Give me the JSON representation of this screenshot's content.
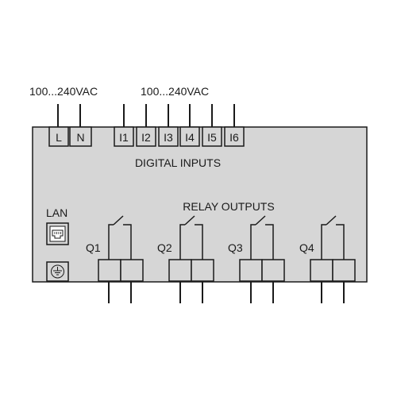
{
  "colors": {
    "module_fill": "#d6d6d6",
    "line": "#1a1a1a",
    "terminal_fill": "#d6d6d6",
    "background": "#ffffff"
  },
  "power": {
    "voltage_label": "100...240VAC",
    "terminals": [
      "L",
      "N"
    ]
  },
  "digital_inputs": {
    "voltage_label": "100...240VAC",
    "section_label": "DIGITAL INPUTS",
    "terminals": [
      "I1",
      "I2",
      "I3",
      "I4",
      "I5",
      "I6"
    ]
  },
  "relay_outputs": {
    "section_label": "RELAY OUTPUTS",
    "relays": [
      "Q1",
      "Q2",
      "Q3",
      "Q4"
    ]
  },
  "lan": {
    "label": "LAN",
    "icon": "ethernet-port-icon"
  },
  "ground": {
    "icon": "ground-icon"
  }
}
